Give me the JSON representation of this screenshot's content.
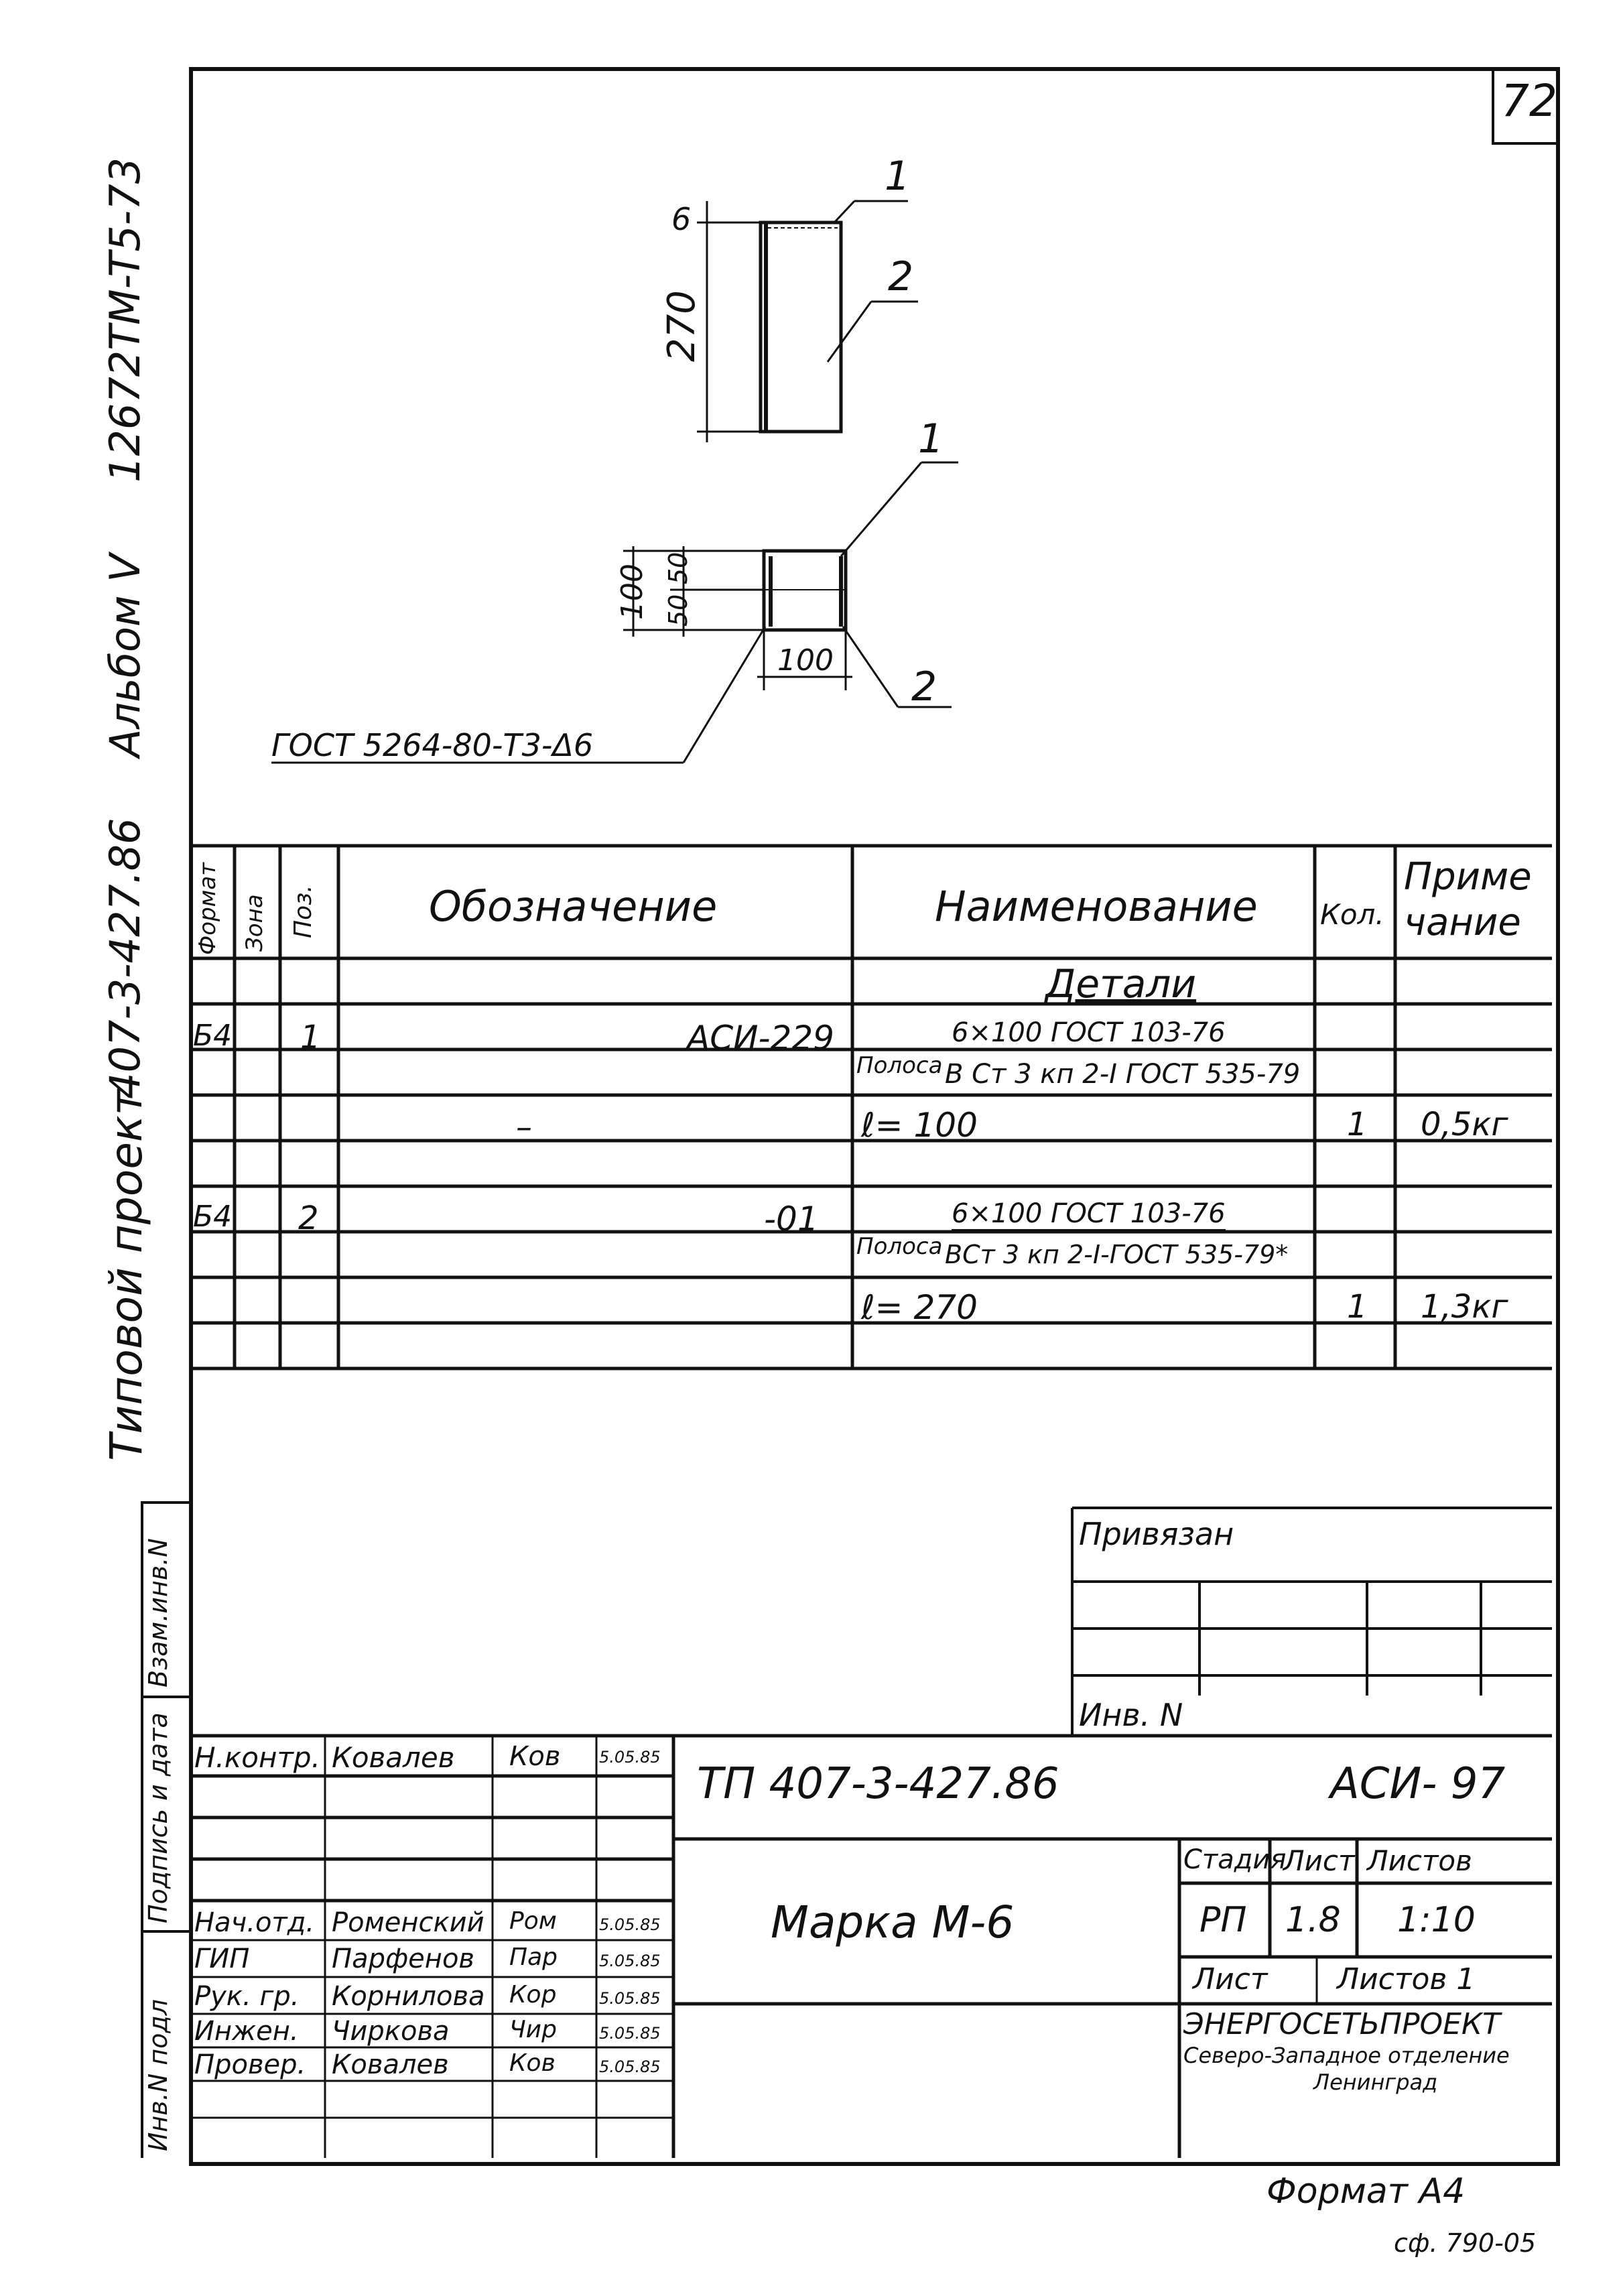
{
  "sheet_number": "72",
  "left_margin": {
    "code": "12672TM-T5-73",
    "album": "Альбом V",
    "project": "407-3-427.86",
    "project_type": "Типовой проект"
  },
  "stamp_side": {
    "inv_replace": "Взам.инв.N",
    "sign_date": "Подпись и дата",
    "inv_orig": "Инв.N подл"
  },
  "drawing": {
    "view1": {
      "dim_thick": "6",
      "dim_len": "270",
      "pos1": "1",
      "pos2": "2"
    },
    "view2": {
      "dim_total": "100",
      "dim_half_a": "50",
      "dim_half_b": "50",
      "dim_width": "100",
      "pos1": "1",
      "pos2": "2"
    },
    "weld_note": "ГОСТ 5264-80-Т3-Δ6"
  },
  "spec": {
    "headers": {
      "format": "Формат",
      "zone": "Зона",
      "pos": "Поз.",
      "designation": "Обозначение",
      "name": "Наименование",
      "qty": "Кол.",
      "note_1": "Приме",
      "note_2": "чание"
    },
    "section": "Детали",
    "rows": [
      {
        "format": "Б4",
        "pos": "1",
        "designation": "АСИ-229",
        "name_prefix": "Полоса",
        "name_top": "6×100 ГОСТ 103-76",
        "name_bottom": "В Ст 3 кп 2-I ГОСТ 535-79"
      },
      {
        "designation": "–",
        "name": "ℓ= 100",
        "qty": "1",
        "note": "0,5кг"
      },
      {
        "format": "Б4",
        "pos": "2",
        "designation": "-01",
        "name_prefix": "Полоса",
        "name_top": "6×100 ГОСТ 103-76",
        "name_bottom": "ВСт 3 кп 2-I-ГОСТ 535-79*"
      },
      {
        "name": "ℓ= 270",
        "qty": "1",
        "note": "1,3кг"
      }
    ]
  },
  "bound": {
    "label": "Привязан",
    "inv": "Инв. N"
  },
  "title_block": {
    "doc_code": "ТП 407-3-427.86",
    "doc_mark": "АСИ- 97",
    "title": "Марка М-6",
    "stage_label": "Стадия",
    "sheet_label": "Лист",
    "sheets_label": "Листов",
    "stage": "РП",
    "sheet": "1.8",
    "scale": "1:10",
    "sheet_label2": "Лист",
    "sheets_label2": "Листов 1",
    "org_1": "ЭНЕРГОСЕТЬПРОЕКТ",
    "org_2": "Северо-Западное отделение",
    "org_3": "Ленинград",
    "signatures": [
      {
        "role": "Н.контр.",
        "name": "Ковалев",
        "sig": "Ков",
        "date": "5.05.85"
      },
      {
        "role": "Нач.отд.",
        "name": "Роменский",
        "sig": "Ром",
        "date": "5.05.85"
      },
      {
        "role": "ГИП",
        "name": "Парфенов",
        "sig": "Пар",
        "date": "5.05.85"
      },
      {
        "role": "Рук. гр.",
        "name": "Корнилова",
        "sig": "Кор",
        "date": "5.05.85"
      },
      {
        "role": "Инжен.",
        "name": "Чиркова",
        "sig": "Чир",
        "date": "5.05.85"
      },
      {
        "role": "Провер.",
        "name": "Ковалев",
        "sig": "Ков",
        "date": "5.05.85"
      }
    ]
  },
  "format_note": "Формат А4",
  "copy_note": "сф. 790-05"
}
